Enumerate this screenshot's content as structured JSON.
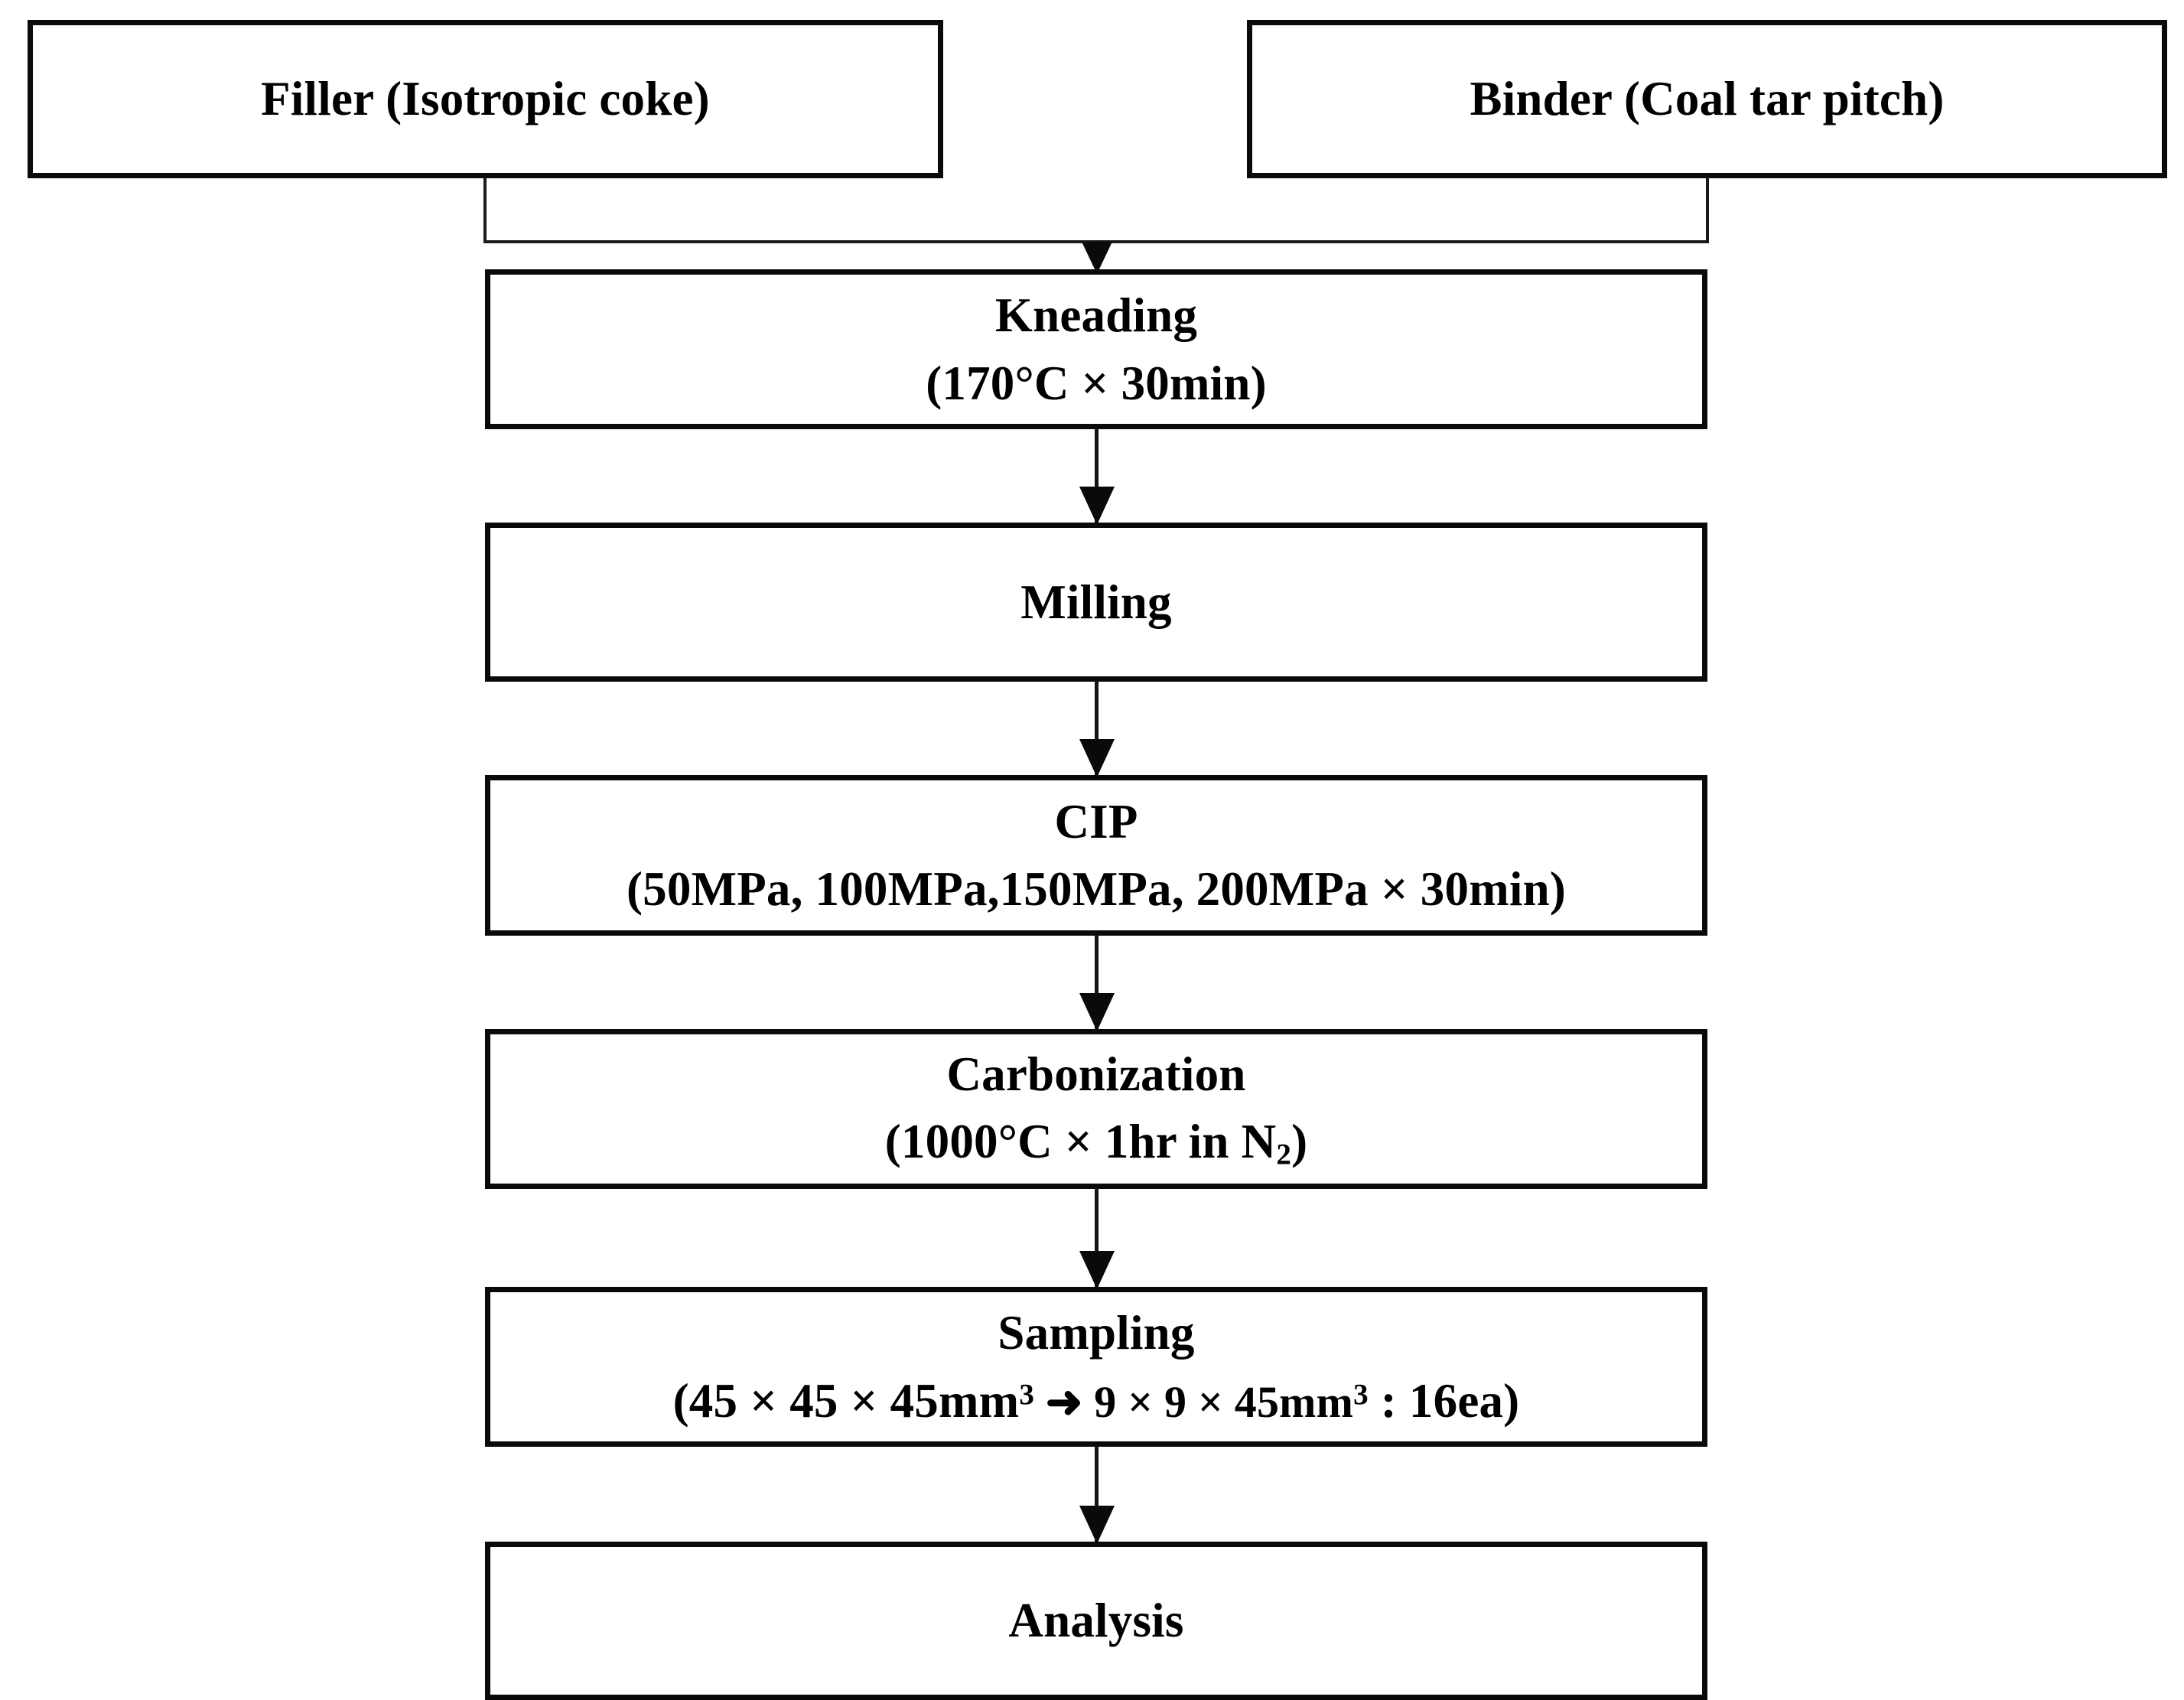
{
  "diagram": {
    "title": "Carbon block fabrication process flowchart",
    "type": "flowchart",
    "orientation": "top-to-bottom",
    "colors": {
      "box_border": "#0a0a0a",
      "box_fill": "#ffffff",
      "text": "#000000",
      "connector": "#151515"
    },
    "inputs": [
      {
        "id": "filler",
        "label": "Filler (Isotropic coke)"
      },
      {
        "id": "binder",
        "label": "Binder (Coal tar pitch)"
      }
    ],
    "steps": [
      {
        "id": "kneading",
        "line1": "Kneading",
        "line2": "(170°C × 30min)",
        "has_second_line": true
      },
      {
        "id": "milling",
        "line1": "Milling",
        "line2": "",
        "has_second_line": false
      },
      {
        "id": "cip",
        "line1": "CIP",
        "line2": "(50MPa, 100MPa,150MPa, 200MPa × 30min)",
        "has_second_line": true
      },
      {
        "id": "carbonization",
        "line1": "Carbonization",
        "line2_prefix": "(1000°C × 1hr in N",
        "line2_sub": "2",
        "line2_suffix": ")",
        "has_second_line": true
      },
      {
        "id": "sampling",
        "line1": "Sampling",
        "line2_a": "(45 × 45 × 45mm",
        "line2_sup1": "3",
        "line2_b": " ➜ 9 × 9 × 45mm",
        "line2_sup2": "3",
        "line2_c": " : 16ea)",
        "has_second_line": true
      },
      {
        "id": "analysis",
        "line1": "Analysis",
        "line2": "",
        "has_second_line": false
      }
    ],
    "connectors": {
      "merge_label": "filler-and-binder-merge",
      "arrow_glyph": "▼"
    }
  }
}
